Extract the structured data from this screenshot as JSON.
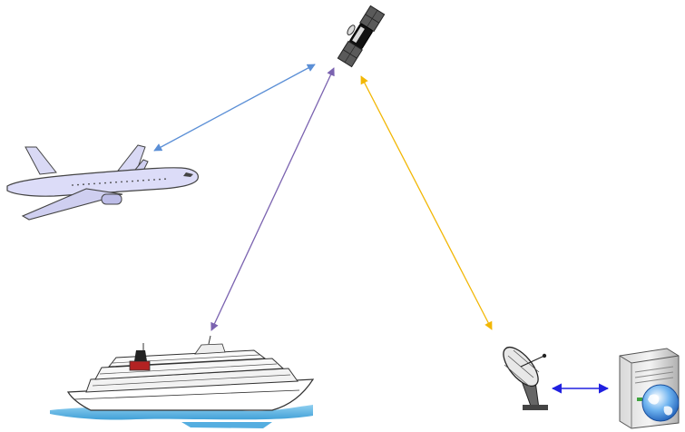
{
  "diagram": {
    "nodes": [
      {
        "id": "satellite",
        "icon": "satellite-icon"
      },
      {
        "id": "airplane",
        "icon": "airplane-icon"
      },
      {
        "id": "ship",
        "icon": "cruise-ship-icon"
      },
      {
        "id": "ground-station",
        "icon": "satellite-dish-icon"
      },
      {
        "id": "server",
        "icon": "server-globe-icon"
      }
    ],
    "links": [
      {
        "from": "satellite",
        "to": "airplane",
        "color": "#5b8fd6",
        "bidirectional": true
      },
      {
        "from": "satellite",
        "to": "ship",
        "color": "#7b63b0",
        "bidirectional": true
      },
      {
        "from": "satellite",
        "to": "ground-station",
        "color": "#f2b705",
        "bidirectional": true
      },
      {
        "from": "ground-station",
        "to": "server",
        "color": "#2020e0",
        "bidirectional": true
      }
    ]
  }
}
